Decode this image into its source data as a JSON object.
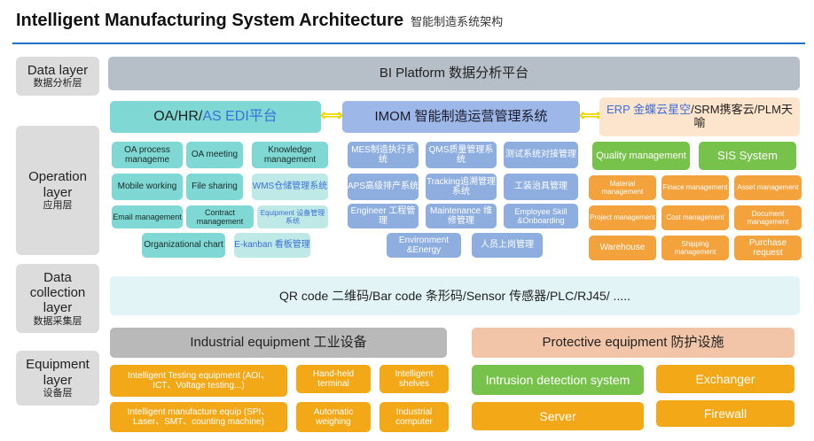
{
  "title": {
    "en": "Intelligent Manufacturing System Architecture",
    "cn": "智能制造系统架构"
  },
  "layers": {
    "data": {
      "en": "Data layer",
      "cn": "数据分析层"
    },
    "operation": {
      "en": "Operation layer",
      "cn": "应用层"
    },
    "collection": {
      "en": "Data collection layer",
      "cn": "数据采集层"
    },
    "equipment": {
      "en": "Equipment layer",
      "cn": "设备层"
    }
  },
  "bi_platform": "BI  Platform 数据分析平台",
  "oa_header": {
    "a": "OA/HR/",
    "b": "AS EDI平台"
  },
  "imom_header": "IMOM 智能制造运营管理系统",
  "erp_header": {
    "a": "ERP ",
    "b": "金蝶云星空",
    "c": "/SRM携客云/PLM天喻"
  },
  "arrows": {
    "left": "⟺",
    "right": "⟺"
  },
  "oa_items": {
    "oa_process": "OA process manageme",
    "oa_meeting": "OA meeting",
    "knowledge": "Knowledge management",
    "mobile": "Mobile working",
    "file_sharing": "File sharing",
    "wms": "WMS仓储管理系统",
    "email": "Email management",
    "contract": "Contract management",
    "equipment_mgmt": "Equipment 设备管理系统",
    "org_chart": "Organizational chart",
    "ekanban": "E-kanban 看板管理"
  },
  "imom_items": {
    "mes": "MES制造执行系统",
    "qms": "QMS质量管理系统",
    "test_sys": "测试系统对接管理",
    "aps": "APS高级排产系统",
    "tracking": "Tracking追溯管理系统",
    "fixture": "工装治具管理",
    "engineer": "Engineer 工程管理",
    "maintenance": "Maintenance 维修管理",
    "employee": "Employee Skill &Onboarding",
    "environment": "Environment &Energy",
    "staff": "人员上岗管理"
  },
  "erp_items": {
    "quality": "Quality management",
    "sis": "SIS System",
    "material": "Material management",
    "finance": "Finace management",
    "asset": "Asset management",
    "project": "Project management",
    "cost": "Cost management",
    "document": "Document management",
    "warehouse": "Warehouse",
    "shipping": "Shipping management",
    "purchase": "Purchase request"
  },
  "collection_bar": "QR code 二维码/Bar code 条形码/Sensor 传感器/PLC/RJ45/ .....",
  "industrial_header": "Industrial equipment 工业设备",
  "protective_header": "Protective equipment 防护设施",
  "industrial_items": {
    "testing": "Intelligent Testing equipment (AOI、ICT、Voltage testing...)",
    "handheld": "Hand-held terminal",
    "shelves": "Intelligent shelves",
    "manufacture": "Intelligent manufacture equip (SPI、Laser、SMT、counting machine)",
    "weighing": "Automatic weighing",
    "computer": "Industrial computer"
  },
  "protective_items": {
    "intrusion": "Intrusion detection system",
    "exchanger": "Exchanger",
    "server": "Server",
    "firewall": "Firewall"
  }
}
